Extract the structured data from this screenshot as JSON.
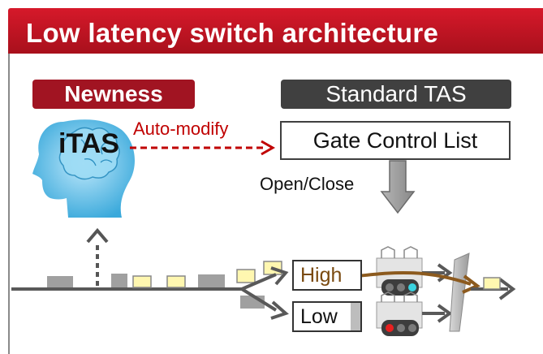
{
  "title": "Low latency switch architecture",
  "tags": {
    "newness": "Newness",
    "standard_tas": "Standard TAS"
  },
  "head_label": "iTAS",
  "auto_modify": "Auto-modify",
  "gate_control_list": "Gate Control List",
  "open_close": "Open/Close",
  "queues": {
    "high": "High",
    "low": "Low"
  },
  "colors": {
    "title_red": "#c8141f",
    "newness_red": "#a11422",
    "dark_gray": "#404040",
    "frame_yellow": "#fff7b0",
    "brain_blue": "#4fb7e5",
    "flow_brown": "#8c5a1e",
    "arrow_gray": "#555555",
    "light_green": "#39d3e0",
    "light_red": "#e82020"
  }
}
